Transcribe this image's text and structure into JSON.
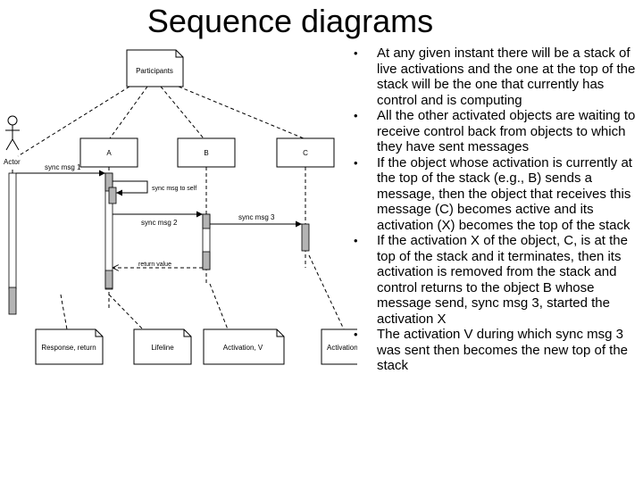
{
  "slide": {
    "title": "Sequence diagrams",
    "bullets": [
      "At any given instant there will be a stack of live activations and the one at the top of the stack will be the one that currently has control and is computing",
      "All the other activated objects are waiting to receive control back from objects to which they have sent messages",
      "If the object whose activation is currently at the top of the stack (e.g., B) sends a message, then the object that receives this message (C) becomes active and its activation (X) becomes the top of the stack",
      "If the activation X of the object, C, is at the top of the stack and it terminates, then its activation is removed from the stack and control returns to the object B whose message send, sync msg 3, started the activation X",
      "The activation V during which sync msg 3 was sent then becomes the new top of the stack"
    ]
  },
  "diagram": {
    "note_top": "Participants",
    "actor": "Actor",
    "objects": [
      "A",
      "B",
      "C"
    ],
    "messages": {
      "sync1": "sync msg 1",
      "self": "sync msg to self",
      "sync2": "sync msg 2",
      "sync3": "sync msg 3",
      "return": "return value"
    },
    "notes_bottom": [
      "Response, return",
      "Lifeline",
      "Activation, V",
      "Activation, X"
    ],
    "colors": {
      "activation": "#b4b4b4",
      "line": "#000000"
    }
  }
}
